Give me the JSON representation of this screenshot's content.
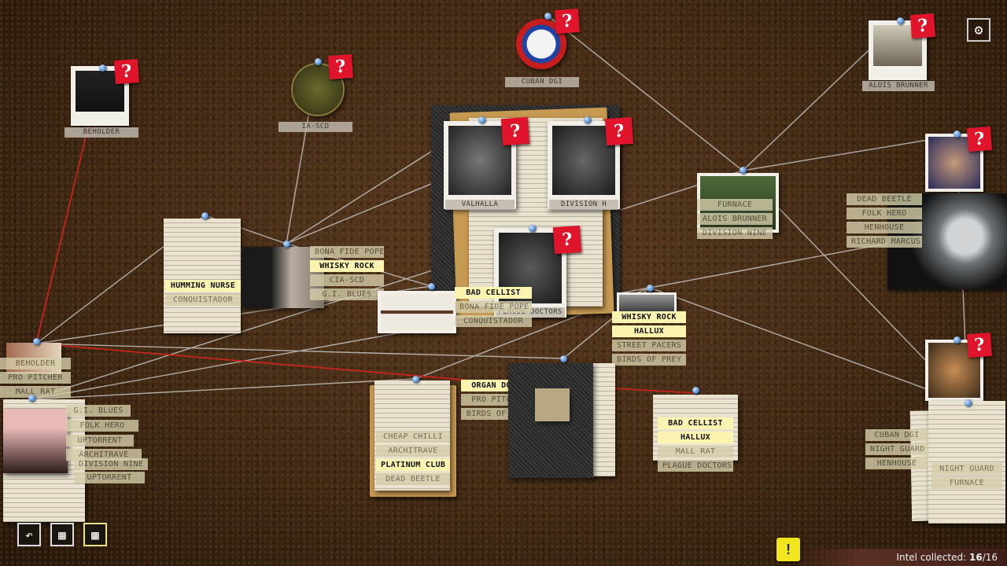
{
  "ui": {
    "intel_label": "Intel collected:",
    "intel_count": "16",
    "intel_total": "/16",
    "settings_icon": "gear-icon",
    "back_icon": "undo-arrow-icon",
    "board_view_icon": "board-view-icon",
    "grid_view_icon": "grid-view-icon",
    "hint_icon": "exclamation-icon",
    "unknown_mark": "?"
  },
  "captions": {
    "beholder": "BEHOLDER",
    "ia_scd": "IA-SCD",
    "cuban_dgi": "CUBAN DGI",
    "alois_brunner": "ALOIS BRUNNER",
    "valhalla": "VALHALLA",
    "division_h": "DIVISION H",
    "plague_doctors": "PLAGUE DOCTORS"
  },
  "tags": {
    "cluster_top_center": [
      "BONA FIDE POPE",
      "WHISKY ROCK",
      "CIA-SCD",
      "G.I. BLUES"
    ],
    "cluster_left_doc": [
      "HUMMING NURSE",
      "CONQUISTADOR"
    ],
    "cluster_umbrella": [
      "BAD CELLIST",
      "BONA FIDE POPE",
      "CONQUISTADOR"
    ],
    "cluster_folder_right": [
      "FURNACE",
      "ALOIS BRUNNER",
      "DIVISION NINE"
    ],
    "cluster_xray": [
      "DEAD BEETLE",
      "FOLK HERO",
      "HENHOUSE",
      "RICHARD MARCUS"
    ],
    "cluster_group": [
      "WHISKY ROCK",
      "HALLUX",
      "STREET PACERS",
      "BIRDS OF PREY"
    ],
    "cluster_left_photo": [
      "BEHOLDER",
      "PRO PITCHER",
      "MALL RAT"
    ],
    "cluster_left_bottom": [
      "G.I. BLUES",
      "FOLK HERO",
      "UPTORRENT",
      "ARCHITRAVE",
      "DIVISION NINE",
      "UPTORRENT"
    ],
    "cluster_organ": [
      "ORGAN DONOR",
      "PRO PITCHER",
      "BIRDS OF PREY"
    ],
    "cluster_folder_bottom": [
      "CHEAP CHILLI",
      "ARCHITRAVE",
      "PLATINUM CLUB",
      "DEAD BEETLE"
    ],
    "cluster_note_bottom": [
      "BAD CELLIST",
      "HALLUX",
      "MALL RAT",
      "PLAGUE DOCTORS"
    ],
    "cluster_right_left": [
      "CUBAN DGI",
      "NIGHT GUARD",
      "HENHOUSE"
    ],
    "cluster_right_doc": [
      "NIGHT GUARD",
      "FURNACE"
    ]
  },
  "colors": {
    "string_white": "#d8d8d8",
    "string_red": "#d8231e",
    "question_red": "#e0142a",
    "tag_highlight": "#fbf4b0",
    "hint_yellow": "#f1e51c"
  }
}
